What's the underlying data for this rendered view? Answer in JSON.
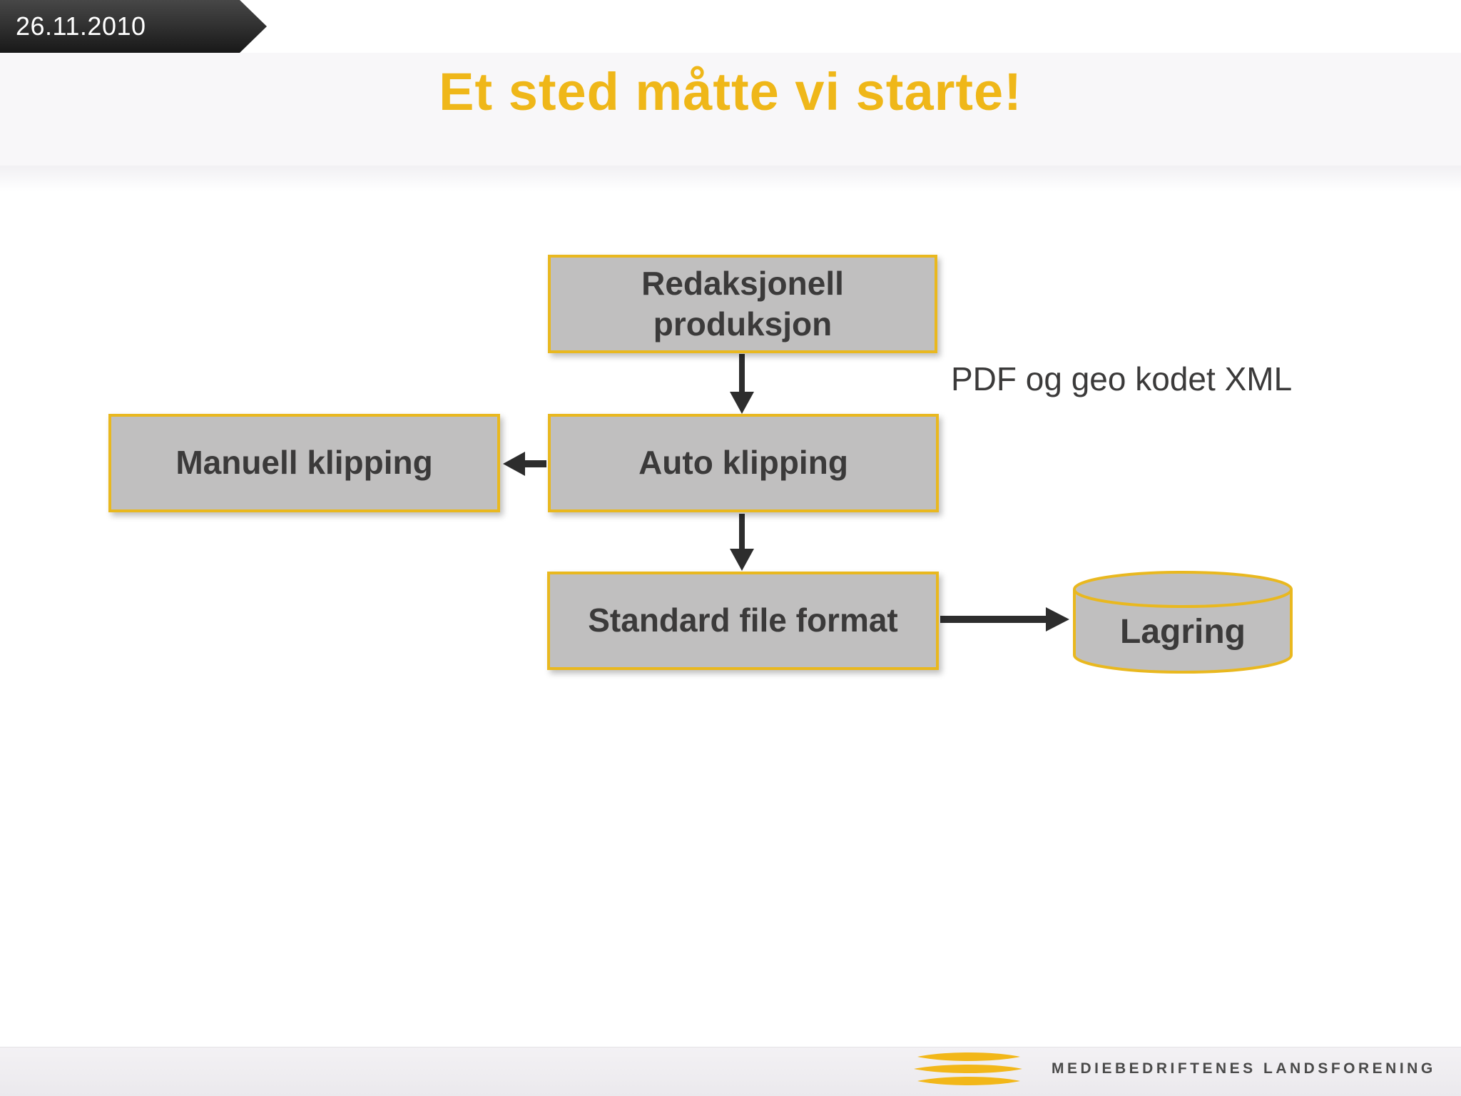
{
  "meta": {
    "date": "26.11.2010"
  },
  "header": {
    "title": "Et sted måtte vi starte!"
  },
  "diagram": {
    "annotation": "PDF og geo kodet XML",
    "nodes": {
      "redaksjonell": {
        "label": "Redaksjonell produksjon",
        "type": "process-box"
      },
      "manuell": {
        "label": "Manuell klipping",
        "type": "process-box"
      },
      "auto": {
        "label": "Auto klipping",
        "type": "process-box"
      },
      "standard": {
        "label": "Standard file format",
        "type": "process-box"
      },
      "lagring": {
        "label": "Lagring",
        "type": "database-cylinder"
      }
    },
    "edges": [
      {
        "from": "redaksjonell",
        "to": "auto",
        "direction": "down"
      },
      {
        "from": "auto",
        "to": "manuell",
        "direction": "left"
      },
      {
        "from": "auto",
        "to": "standard",
        "direction": "down"
      },
      {
        "from": "standard",
        "to": "lagring",
        "direction": "right"
      }
    ]
  },
  "footer": {
    "organization": "MEDIEBEDRIFTENES LANDSFORENING",
    "logo": "three-yellow-lens-logo"
  },
  "colors": {
    "accent_yellow": "#efb719",
    "box_fill": "#c0bfbf",
    "box_border": "#e9b81f",
    "text_dark": "#3b3a3a",
    "banner_dark": "#2e2e2e",
    "arrow": "#2d2d2d",
    "header_band": "#f8f7f9",
    "footer_bar": "#efedf0"
  }
}
